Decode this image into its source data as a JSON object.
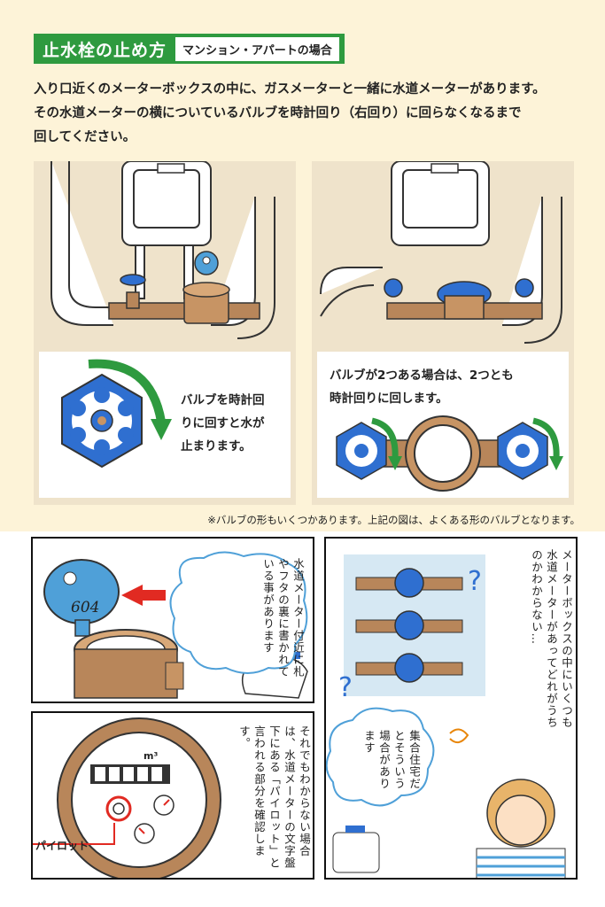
{
  "header": {
    "title": "止水栓の止め方",
    "subtitle": "マンション・アパートの場合"
  },
  "intro": {
    "line1": "入り口近くのメーターボックスの中に、ガスメーターと一緒に水道メーターがあります。",
    "line2": "その水道メーターの横についているバルブを時計回り（右回り）に回らなくなるまで",
    "line3": "回してください。"
  },
  "panel_left": {
    "caption_line1": "バルブを時計回",
    "caption_line2": "りに回すと水が",
    "caption_line3": "止まります。"
  },
  "panel_right": {
    "caption_line1": "バルブが2つある場合は、2つとも",
    "caption_line2": "時計回りに回します。"
  },
  "note": "※バルブの形もいくつかあります。上記の図は、よくある形のバルブとなります。",
  "comic1": {
    "speech": "水道メーター付近に札やフタの裏に書かれている事があります",
    "lid_number": "604"
  },
  "comic2": {
    "speech": "それでもわからない場合は、水道メーターの文字盤下にある「パイロット」と言われる部分を確認します。",
    "pilot_label": "パイロット",
    "unit": "m³"
  },
  "comic3": {
    "thought": "メーターボックスの中にいくつも水道メーターがあってどれがうちのかわからない…",
    "speech": "集合住宅だとそういう場合があります"
  },
  "colors": {
    "accent_green": "#2e9a3f",
    "valve_blue": "#2f6fd0",
    "brass": "#b8865a",
    "arrow_red": "#e12a22"
  }
}
